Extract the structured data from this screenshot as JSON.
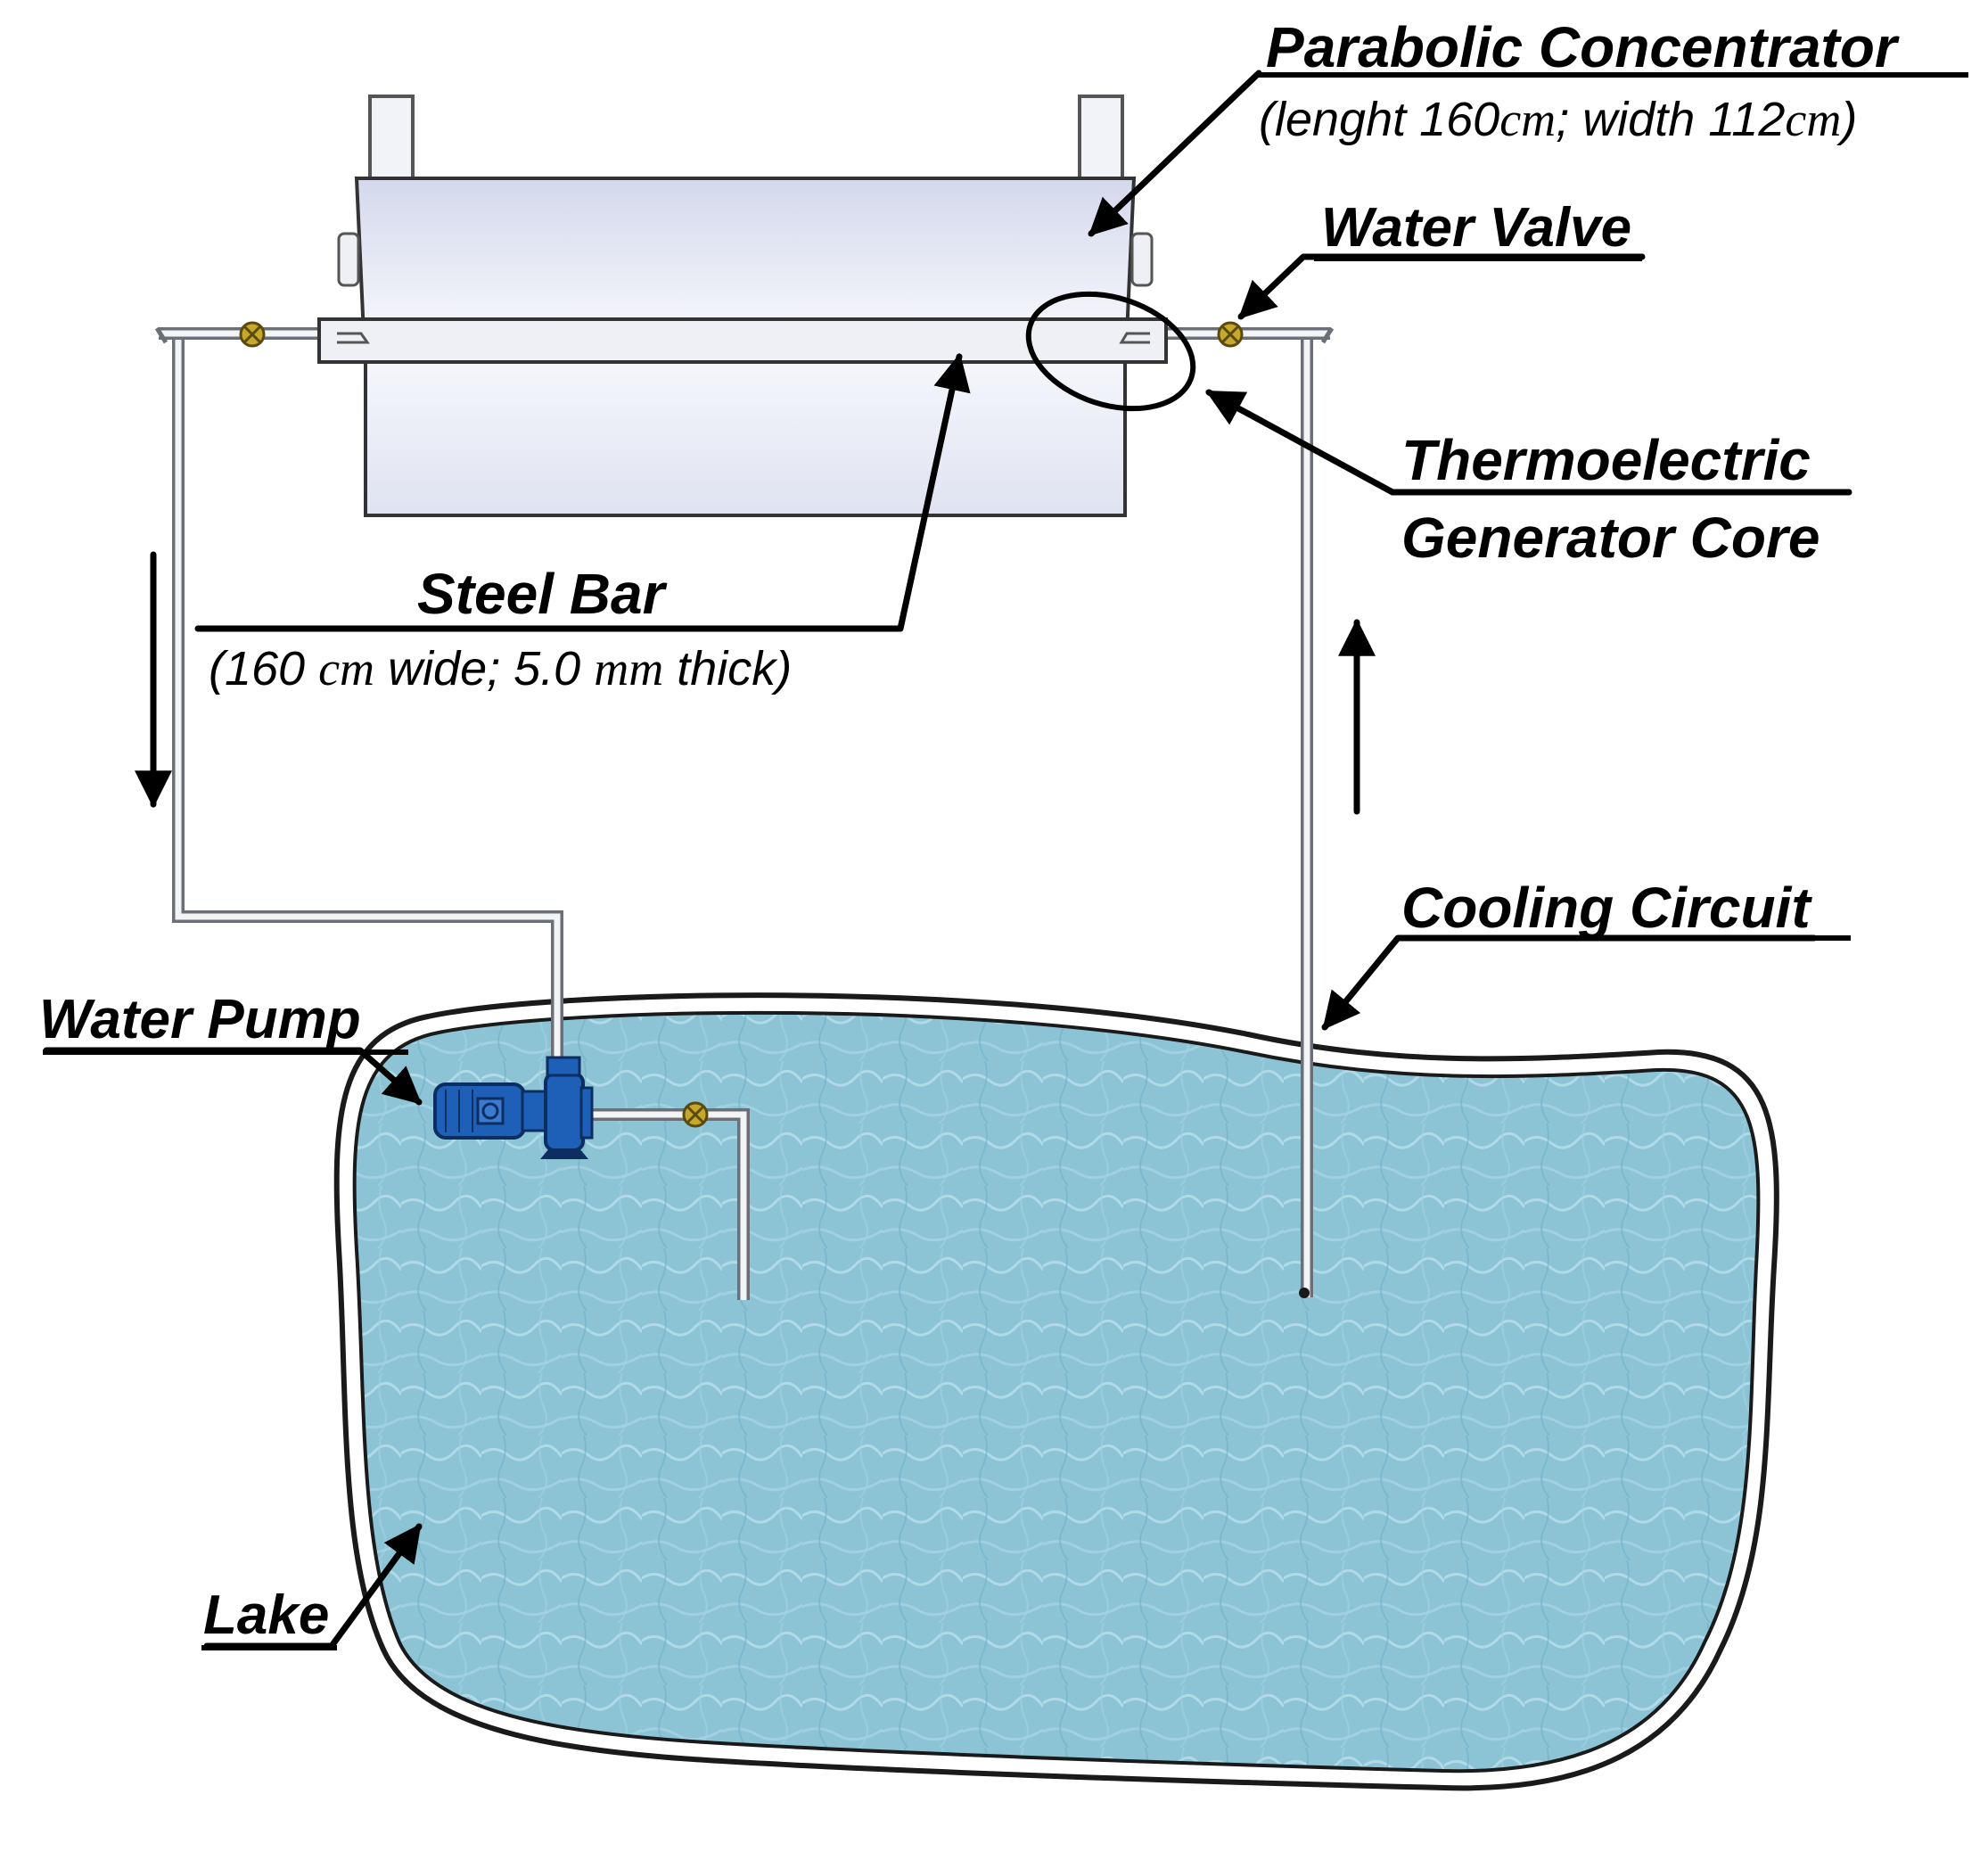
{
  "labels": {
    "parabolic_concentrator": {
      "title": "Parabolic Concentrator",
      "detail_prefix": "(lenght 160",
      "unit_cm_1": "cm",
      "detail_mid": "; width 112",
      "unit_cm_2": "cm",
      "detail_suffix": ")"
    },
    "water_valve": "Water Valve",
    "teg_core": {
      "line1": "Thermoelectric",
      "line2": "Generator Core"
    },
    "steel_bar": {
      "title": "Steel Bar",
      "detail_prefix": "(160 ",
      "unit_cm": "cm",
      "detail_mid": " wide; 5.0 ",
      "unit_mm": "mm",
      "detail_suffix": " thick)"
    },
    "cooling_circuit": "Cooling Circuit",
    "water_pump": "Water Pump",
    "lake": "Lake"
  },
  "flow_arrows": {
    "down_pipe": "down",
    "up_pipe": "up"
  },
  "colors": {
    "lake_fill": "#8cc4d6",
    "lake_edge": "#1a1a1a",
    "pump": "#1e5fb8",
    "valve": "#c8a82a",
    "concentrator_top": "#d8dcef",
    "concentrator_bottom": "#f4f5fb"
  },
  "icons": [
    "parabolic-concentrator-icon",
    "water-valve-icon",
    "water-pump-icon",
    "lake-icon"
  ]
}
